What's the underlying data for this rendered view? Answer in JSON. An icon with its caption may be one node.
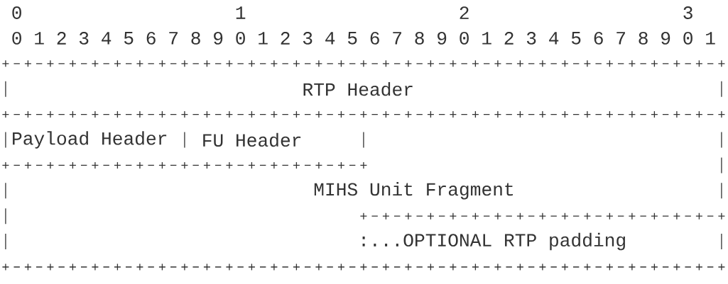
{
  "diagram": {
    "nodes": [
      {
        "text": [
          "RTP Header"
        ]
      },
      {
        "text": [
          "Payload Header"
        ]
      },
      {
        "text": [
          "FU Header"
        ]
      },
      {
        "text": [
          "MIHS Unit Fragment"
        ]
      },
      {
        "text": [
          ":...OPTIONAL RTP padding"
        ]
      }
    ],
    "labels": [
      "0",
      "1",
      "2",
      "3",
      "0",
      "1",
      "2",
      "3",
      "4",
      "5",
      "6",
      "7",
      "8",
      "9",
      "0",
      "1",
      "2",
      "3",
      "4",
      "5",
      "6",
      "7",
      "8",
      "9",
      "0",
      "1",
      "2",
      "3",
      "4",
      "5",
      "6",
      "7",
      "8",
      "9",
      "0",
      "1"
    ]
  }
}
